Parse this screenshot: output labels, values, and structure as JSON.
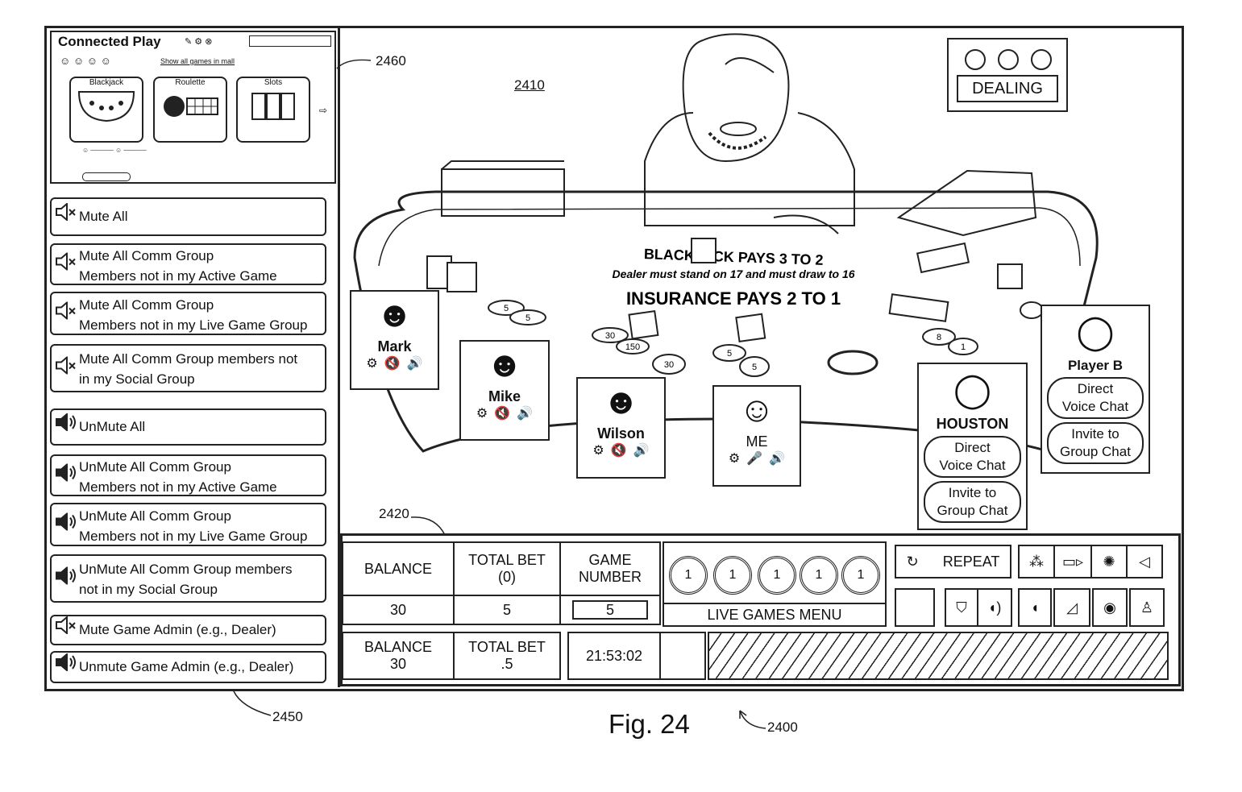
{
  "figure": {
    "caption": "Fig. 24",
    "refs": {
      "ui": "2400",
      "table": "2410",
      "bottom_panel": "2420",
      "left_panel": "2450",
      "connected_play": "2460"
    }
  },
  "connected_play": {
    "title": "Connected Play",
    "link": "Show all games in mall",
    "games": [
      {
        "label": "Blackjack"
      },
      {
        "label": "Roulette"
      },
      {
        "label": "Slots"
      }
    ]
  },
  "mute_controls": [
    {
      "label": "Mute All",
      "icon": "mute-speaker-icon"
    },
    {
      "label": "Mute All Comm Group\nMembers not in my Active Game",
      "icon": "mute-speaker-icon"
    },
    {
      "label": "Mute All Comm Group\nMembers not in my Live Game Group",
      "icon": "mute-speaker-icon"
    },
    {
      "label": "Mute All Comm Group members not\nin my Social Group",
      "icon": "mute-speaker-icon"
    },
    {
      "label": "UnMute All",
      "icon": "speaker-icon"
    },
    {
      "label": "UnMute All Comm Group\nMembers not in my Active Game",
      "icon": "speaker-icon"
    },
    {
      "label": "UnMute All Comm Group\nMembers not in my Live Game Group",
      "icon": "speaker-icon"
    },
    {
      "label": "UnMute All Comm Group members\nnot in my Social Group",
      "icon": "speaker-icon"
    },
    {
      "label": "Mute Game Admin (e.g., Dealer)",
      "icon": "mute-speaker-icon"
    },
    {
      "label": "Unmute Game Admin (e.g., Dealer)",
      "icon": "speaker-icon"
    }
  ],
  "table_text": {
    "line1": "BLACKJACK PAYS 3 TO 2",
    "line2": "Dealer must stand on 17 and must draw to 16",
    "line3": "INSURANCE PAYS 2 TO 1"
  },
  "dealing": {
    "label": "DEALING"
  },
  "chips": {
    "a": "5",
    "b": "5",
    "c": "30",
    "d": "150",
    "e": "30",
    "f": "5",
    "g": "5",
    "h": "8",
    "i": "1"
  },
  "players": [
    {
      "name": "Mark"
    },
    {
      "name": "Mike"
    },
    {
      "name": "Wilson"
    },
    {
      "name": "ME"
    }
  ],
  "remote_players": [
    {
      "name": "HOUSTON",
      "btn1": "Direct\nVoice Chat",
      "btn2": "Invite to\nGroup Chat"
    },
    {
      "name": "Player B",
      "btn1": "Direct\nVoice Chat",
      "btn2": "Invite to\nGroup Chat"
    }
  ],
  "bottom": {
    "balance_label": "BALANCE",
    "total_bet_label": "TOTAL BET\n(0)",
    "game_number_label": "GAME\nNUMBER",
    "balance_value": "30",
    "total_bet_value": "5",
    "game_number_value": "5",
    "balance2": "BALANCE\n30",
    "total_bet2": "TOTAL BET\n.5",
    "time": "21:53:02",
    "chip_value": "1",
    "live_games_menu": "LIVE GAMES MENU",
    "repeat": "REPEAT"
  }
}
